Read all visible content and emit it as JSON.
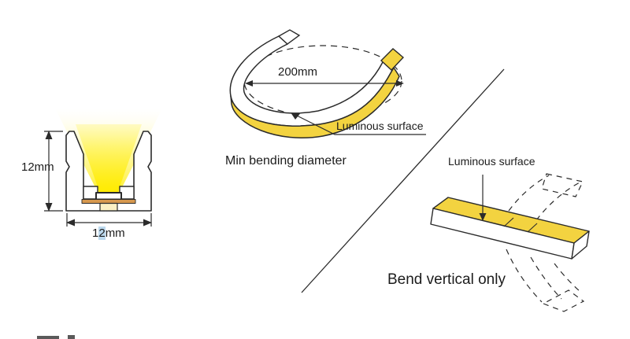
{
  "figure": {
    "line_color": "#2b2b2b",
    "accent_yellow": "#f3d340",
    "beam_yellow": "#fff000",
    "pcb_orange": "#d6984f",
    "tab_cream": "#fbf0c4",
    "highlight_blue": "#bcd9ee"
  },
  "cross_section": {
    "height_label": "12mm",
    "width_label": {
      "pre": "1",
      "highlighted": "2",
      "post": "mm"
    }
  },
  "bend_diameter": {
    "diameter_label": "200mm",
    "surface_label": "Luminous surface",
    "caption": "Min bending diameter"
  },
  "bend_vertical": {
    "surface_label": "Luminous surface",
    "caption": "Bend vertical only"
  }
}
